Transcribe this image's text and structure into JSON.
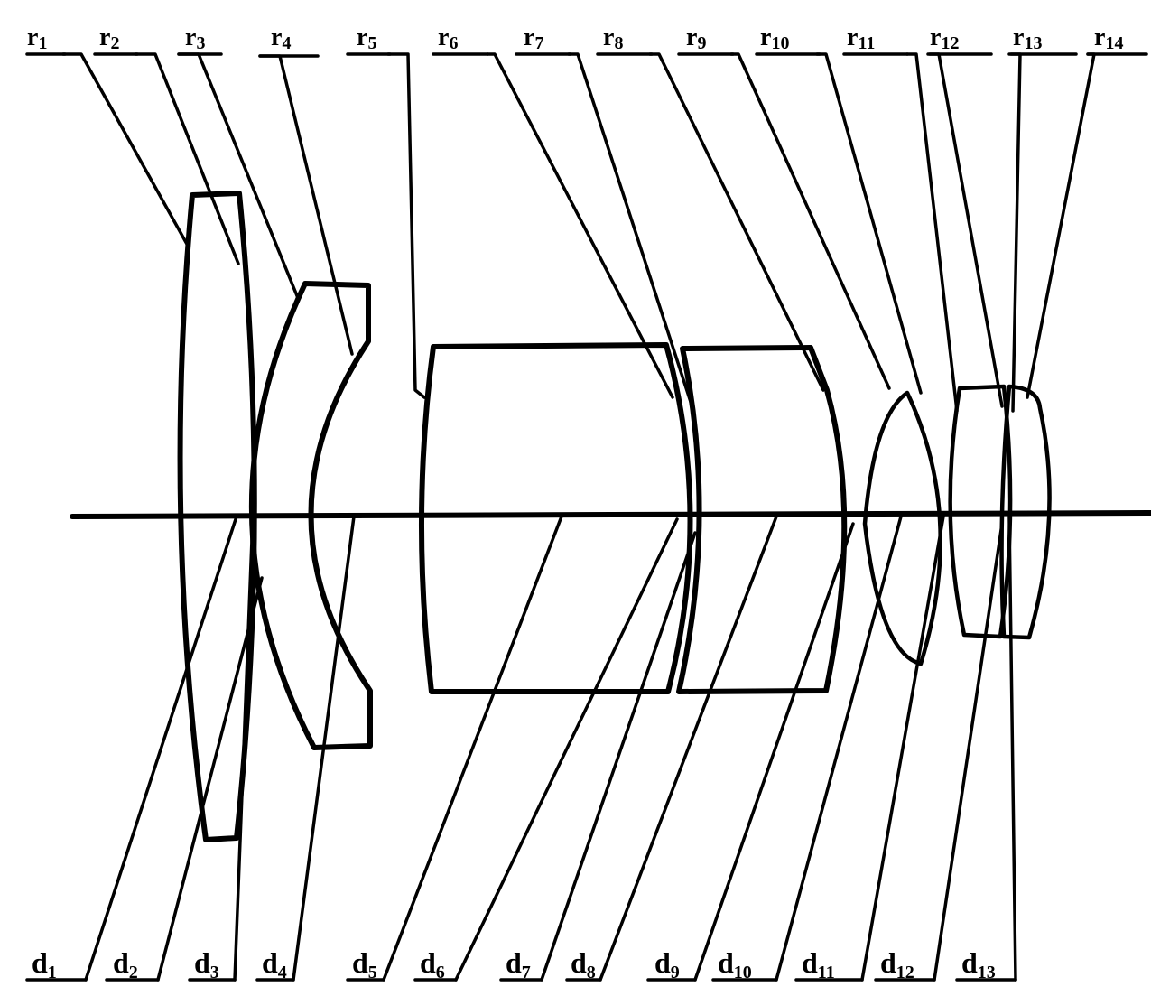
{
  "surface_labels": [
    {
      "main": "r",
      "sub": "1"
    },
    {
      "main": "r",
      "sub": "2"
    },
    {
      "main": "r",
      "sub": "3"
    },
    {
      "main": "r",
      "sub": "4"
    },
    {
      "main": "r",
      "sub": "5"
    },
    {
      "main": "r",
      "sub": "6"
    },
    {
      "main": "r",
      "sub": "7"
    },
    {
      "main": "r",
      "sub": "8"
    },
    {
      "main": "r",
      "sub": "9"
    },
    {
      "main": "r",
      "sub": "10"
    },
    {
      "main": "r",
      "sub": "11"
    },
    {
      "main": "r",
      "sub": "12"
    },
    {
      "main": "r",
      "sub": "13"
    },
    {
      "main": "r",
      "sub": "14"
    }
  ],
  "spacing_labels": [
    {
      "main": "d",
      "sub": "1"
    },
    {
      "main": "d",
      "sub": "2"
    },
    {
      "main": "d",
      "sub": "3"
    },
    {
      "main": "d",
      "sub": "4"
    },
    {
      "main": "d",
      "sub": "5"
    },
    {
      "main": "d",
      "sub": "6"
    },
    {
      "main": "d",
      "sub": "7"
    },
    {
      "main": "d",
      "sub": "8"
    },
    {
      "main": "d",
      "sub": "9"
    },
    {
      "main": "d",
      "sub": "10"
    },
    {
      "main": "d",
      "sub": "11"
    },
    {
      "main": "d",
      "sub": "12"
    },
    {
      "main": "d",
      "sub": "13"
    }
  ]
}
